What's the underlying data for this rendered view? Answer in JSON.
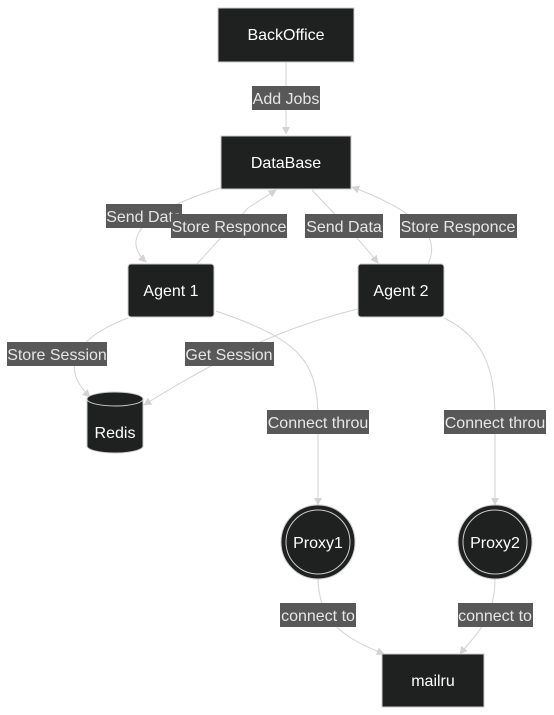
{
  "nodes": {
    "backoffice": {
      "label": "BackOffice"
    },
    "database": {
      "label": "DataBase"
    },
    "agent1": {
      "label": "Agent 1"
    },
    "agent2": {
      "label": "Agent 2"
    },
    "redis": {
      "label": "Redis"
    },
    "proxy1": {
      "label": "Proxy1"
    },
    "proxy2": {
      "label": "Proxy2"
    },
    "mailru": {
      "label": "mailru"
    }
  },
  "edges": {
    "add_jobs": "Add Jobs",
    "send_data_1": "Send Data",
    "store_responce_1": "Store Responce",
    "send_data_2": "Send Data",
    "store_responce_2": "Store Responce",
    "store_session": "Store Session",
    "get_session": "Get Session",
    "connect_throu_1": "Connect throu",
    "connect_throu_2": "Connect throu",
    "connect_to_1": "connect to",
    "connect_to_2": "connect to"
  },
  "colors": {
    "node_fill": "#1f2020",
    "node_stroke": "#cccccc",
    "edge": "#d3d3d3",
    "label_bg": "#585858",
    "label_text": "#e6e6e6"
  }
}
